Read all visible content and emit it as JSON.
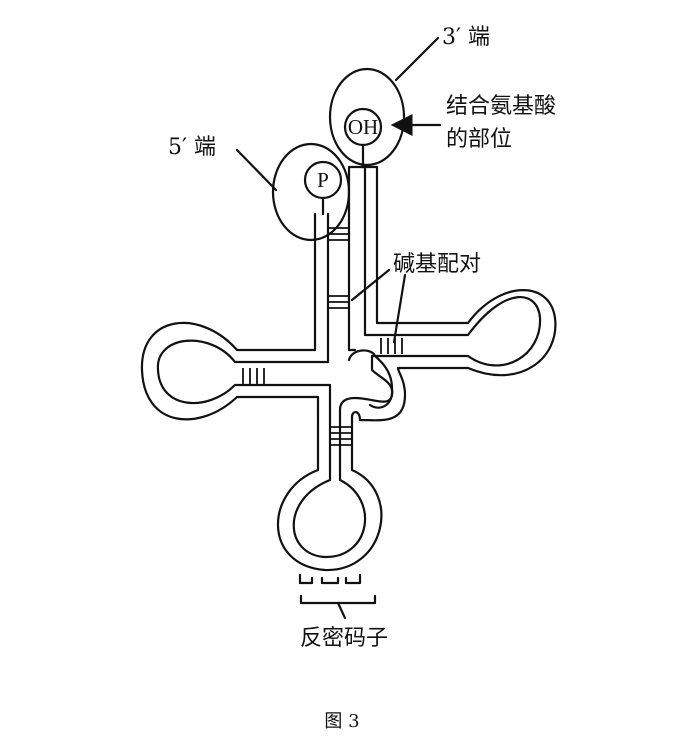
{
  "labels": {
    "three_prime_end": "3′ 端",
    "five_prime_end": "5′ 端",
    "amino_acid_site_line1": "结合氨基酸",
    "amino_acid_site_line2": "的部位",
    "base_pairing": "碱基配对",
    "anticodon": "反密码子"
  },
  "nodes": {
    "oh_group": "OH",
    "phosphate_group": "P"
  },
  "caption": "图 3"
}
